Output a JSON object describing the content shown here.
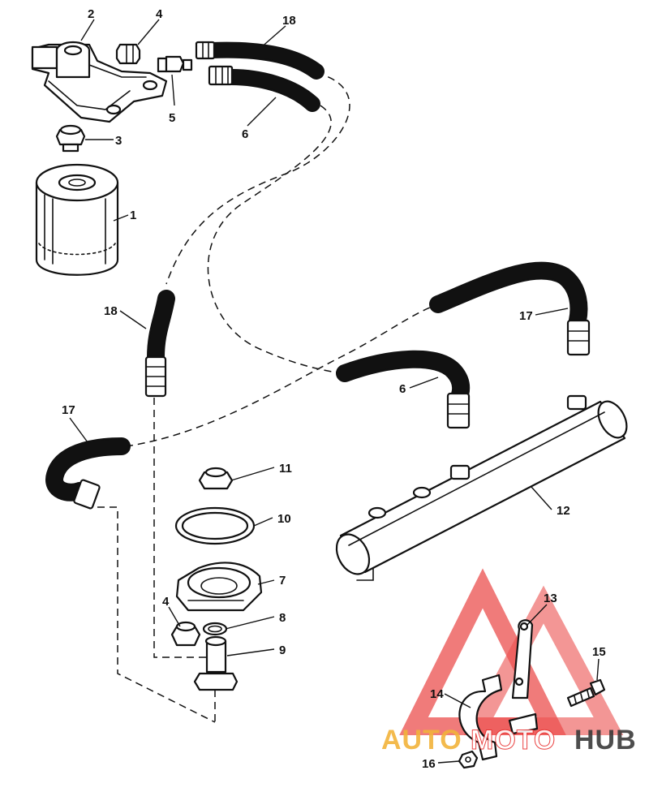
{
  "callouts": [
    "1",
    "2",
    "3",
    "4",
    "5",
    "6",
    "7",
    "8",
    "9",
    "10",
    "11",
    "12",
    "13",
    "14",
    "15",
    "16",
    "17",
    "18"
  ],
  "watermark": {
    "text_left": "AUTO",
    "text_mid": "MOTO",
    "text_right": "HUB",
    "color_left": "#f2b33a",
    "color_right": "#3a3a3a",
    "triangle_color": "#e8302f"
  },
  "colors": {
    "ink": "#111111",
    "background": "#ffffff"
  }
}
